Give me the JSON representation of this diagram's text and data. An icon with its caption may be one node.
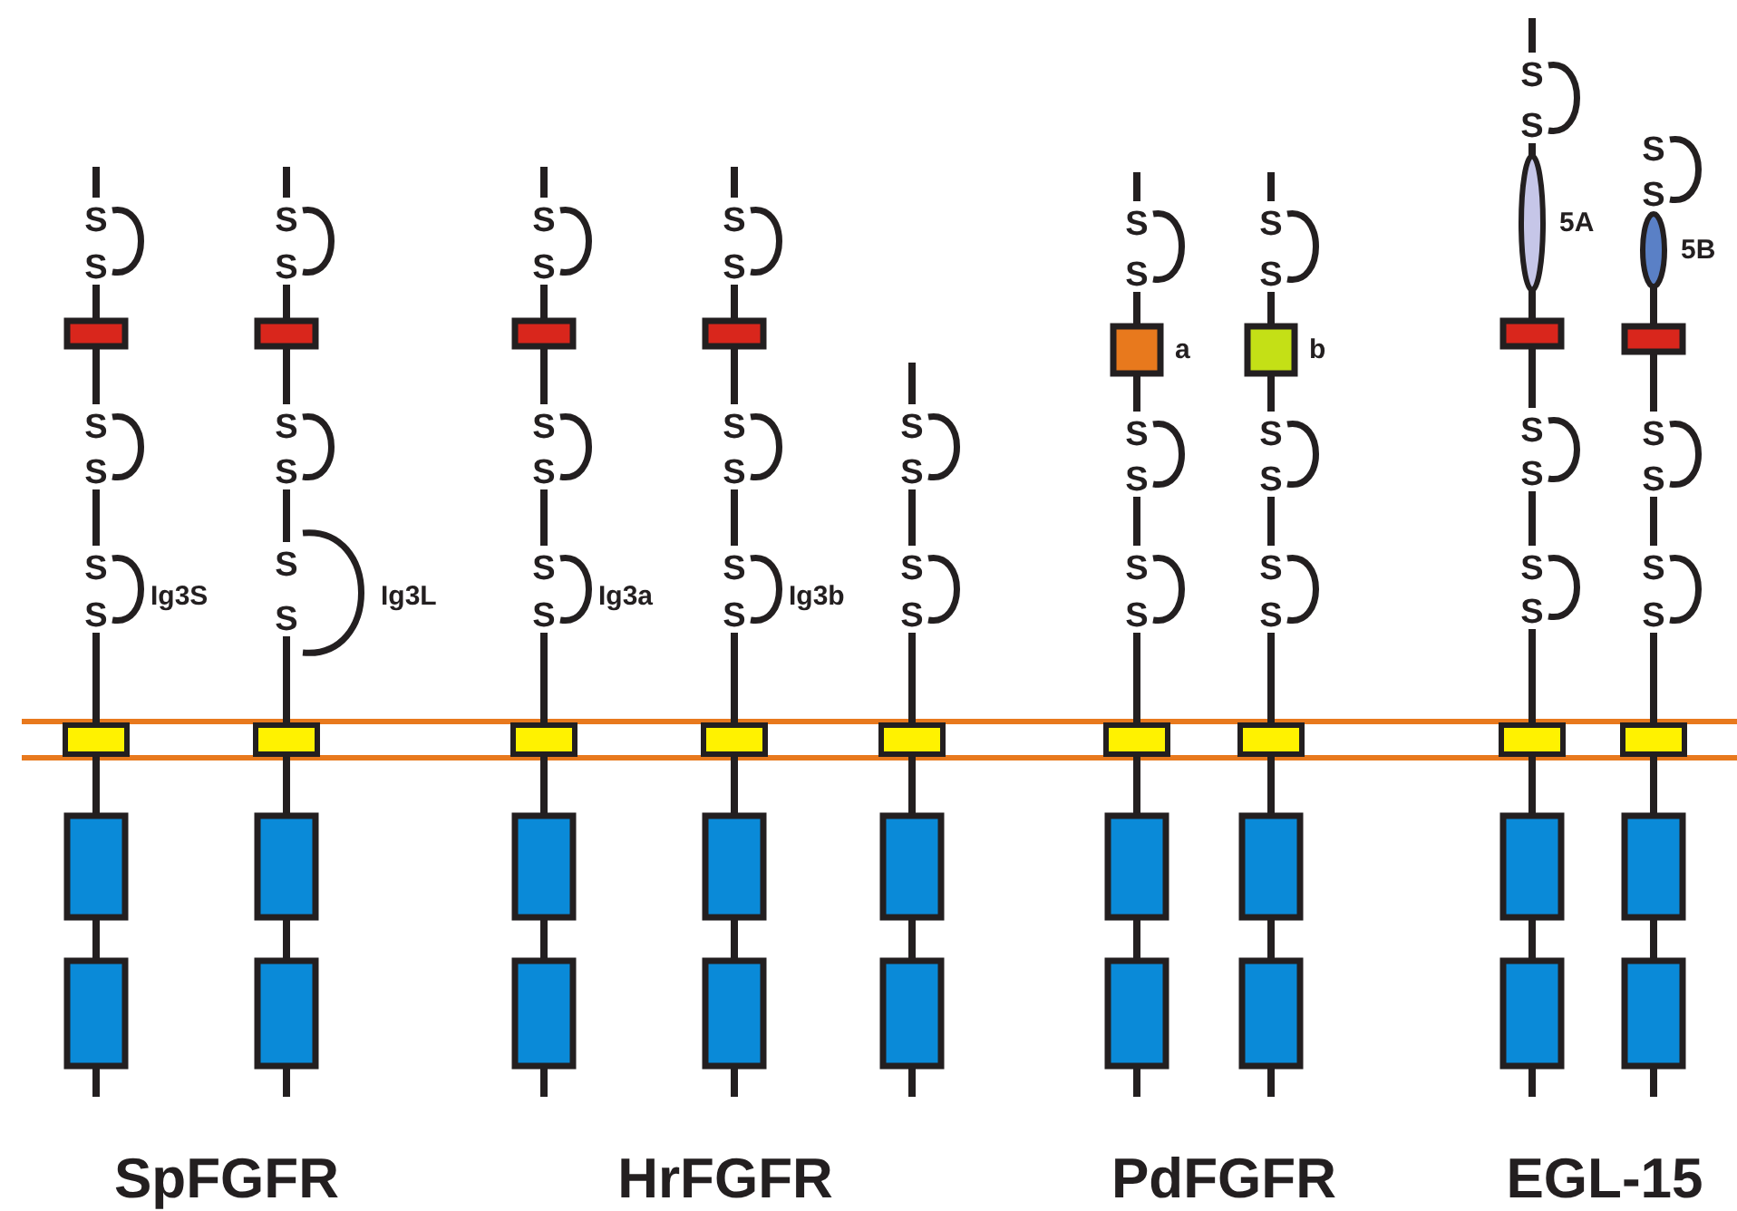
{
  "diagram": {
    "labels": [
      "S",
      "S",
      "S",
      "S",
      "S",
      "S",
      "Ig3S",
      "S",
      "S",
      "S",
      "S",
      "S",
      "S",
      "Ig3L",
      "S",
      "S",
      "S",
      "S",
      "S",
      "S",
      "Ig3a",
      "S",
      "S",
      "S",
      "S",
      "S",
      "S",
      "Ig3b",
      "S",
      "S",
      "S",
      "S",
      "S",
      "S",
      "a",
      "S",
      "S",
      "S",
      "S",
      "S",
      "S",
      "b",
      "S",
      "S",
      "S",
      "S",
      "S",
      "S",
      "5A",
      "S",
      "S",
      "S",
      "S",
      "S",
      "S",
      "5B",
      "S",
      "S",
      "S",
      "S",
      "SpFGFR",
      "HrFGFR",
      "PdFGFR",
      "EGL-15"
    ]
  }
}
